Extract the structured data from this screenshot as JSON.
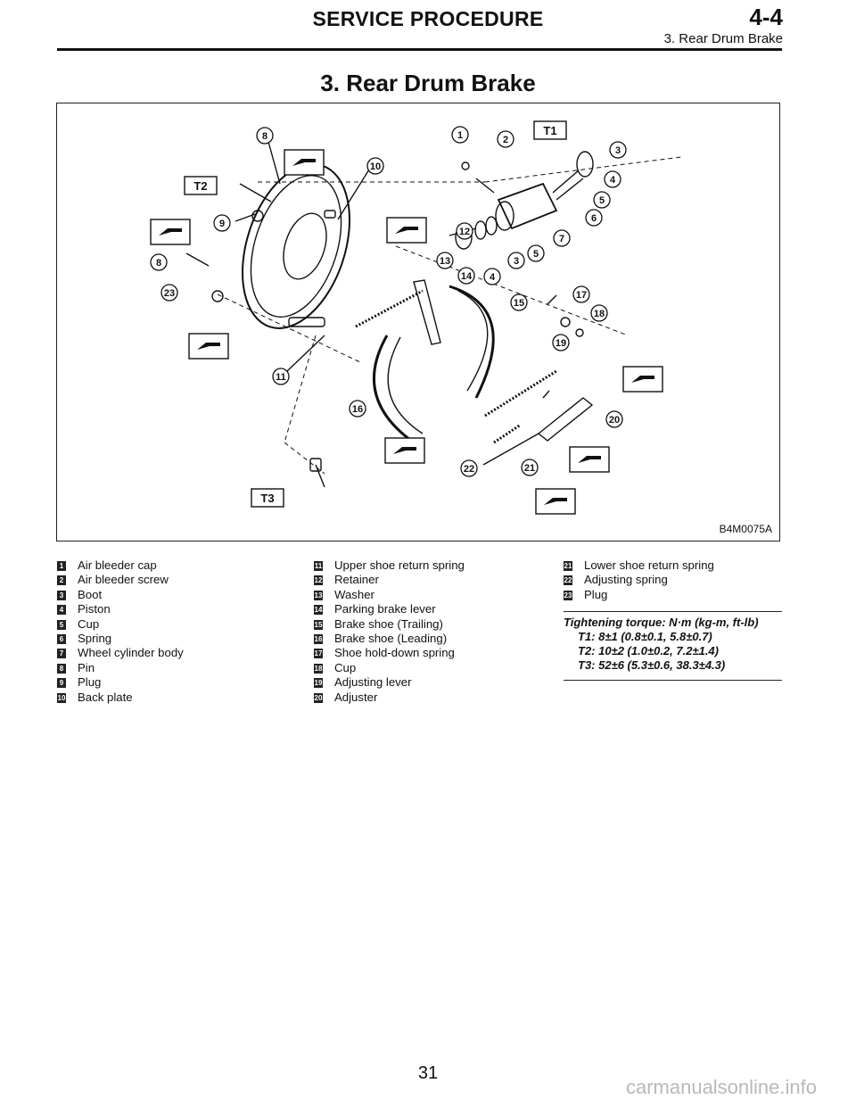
{
  "header": {
    "section": "SERVICE PROCEDURE",
    "code": "4-4",
    "subsection": "3. Rear Drum Brake"
  },
  "page_title": "3. Rear Drum Brake",
  "figure": {
    "id": "B4M0075A",
    "callouts": [
      "1",
      "2",
      "3",
      "4",
      "5",
      "6",
      "7",
      "8",
      "9",
      "10",
      "11",
      "12",
      "13",
      "14",
      "15",
      "16",
      "17",
      "18",
      "19",
      "20",
      "21",
      "22",
      "23"
    ],
    "torque_tags": [
      "T1",
      "T2",
      "T3"
    ]
  },
  "legend": [
    {
      "num": "1",
      "text": "Air bleeder cap"
    },
    {
      "num": "2",
      "text": "Air bleeder screw"
    },
    {
      "num": "3",
      "text": "Boot"
    },
    {
      "num": "4",
      "text": "Piston"
    },
    {
      "num": "5",
      "text": "Cup"
    },
    {
      "num": "6",
      "text": "Spring"
    },
    {
      "num": "7",
      "text": "Wheel cylinder body"
    },
    {
      "num": "8",
      "text": "Pin"
    },
    {
      "num": "9",
      "text": "Plug"
    },
    {
      "num": "10",
      "text": "Back plate"
    },
    {
      "num": "11",
      "text": "Upper shoe return spring"
    },
    {
      "num": "12",
      "text": "Retainer"
    },
    {
      "num": "13",
      "text": "Washer"
    },
    {
      "num": "14",
      "text": "Parking brake lever"
    },
    {
      "num": "15",
      "text": "Brake shoe (Trailing)"
    },
    {
      "num": "16",
      "text": "Brake shoe (Leading)"
    },
    {
      "num": "17",
      "text": "Shoe hold-down spring"
    },
    {
      "num": "18",
      "text": "Cup"
    },
    {
      "num": "19",
      "text": "Adjusting lever"
    },
    {
      "num": "20",
      "text": "Adjuster"
    },
    {
      "num": "21",
      "text": "Lower shoe return spring"
    },
    {
      "num": "22",
      "text": "Adjusting spring"
    },
    {
      "num": "23",
      "text": "Plug"
    }
  ],
  "torque": {
    "heading": "Tightening torque: N·m (kg-m, ft-lb)",
    "lines": [
      "T1: 8±1 (0.8±0.1, 5.8±0.7)",
      "T2: 10±2 (1.0±0.2, 7.2±1.4)",
      "T3: 52±6 (5.3±0.6, 38.3±4.3)"
    ]
  },
  "page_number": "31",
  "watermark": "carmanualsonline.info"
}
